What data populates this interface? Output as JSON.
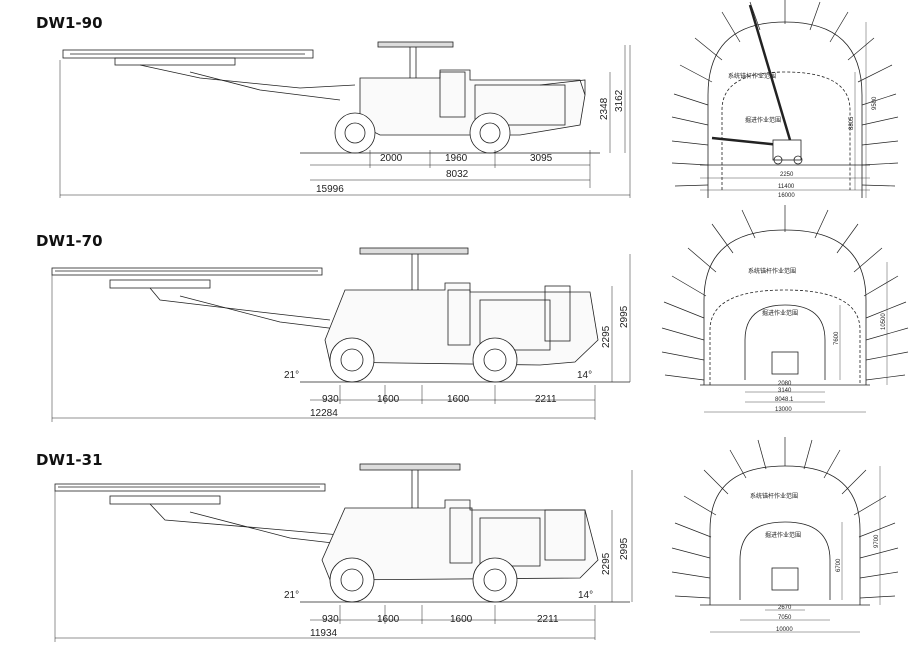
{
  "rows": [
    {
      "model": "DW1-90",
      "dims": {
        "d1": "2000",
        "d2": "1960",
        "d3": "3095",
        "wheelbase": "8032",
        "total": "15996",
        "height_low": "2348",
        "height_high": "3162"
      },
      "tunnel": {
        "label_outer": "系统锚杆作业范围",
        "label_inner": "掘进作业范围",
        "w_inner": "2250",
        "w_mid": "11400",
        "w_outer": "16000",
        "h_inner": "8805",
        "h_outer": "9500"
      }
    },
    {
      "model": "DW1-70",
      "dims": {
        "d0": "930",
        "d1": "1600",
        "d2": "1600",
        "d3": "2211",
        "total": "12284",
        "height_low": "2295",
        "height_high": "2995",
        "angle_front": "21°",
        "angle_rear": "14°"
      },
      "tunnel": {
        "label_outer": "系统锚杆作业范围",
        "label_inner": "掘进作业范围",
        "w_inner": "2080",
        "w_mid": "3140",
        "w_mid2": "8048.1",
        "w_outer": "13000",
        "h_inner": "7600",
        "h_outer": "10500"
      }
    },
    {
      "model": "DW1-31",
      "dims": {
        "d0": "930",
        "d1": "1600",
        "d2": "1600",
        "d3": "2211",
        "total": "11934",
        "height_low": "2295",
        "height_high": "2995",
        "angle_front": "21°",
        "angle_rear": "14°"
      },
      "tunnel": {
        "label_outer": "系统锚杆作业范围",
        "label_inner": "掘进作业范围",
        "w_inner": "2670",
        "w_mid": "7050",
        "w_outer": "10000",
        "h_inner": "6700",
        "h_outer": "9700"
      }
    }
  ]
}
